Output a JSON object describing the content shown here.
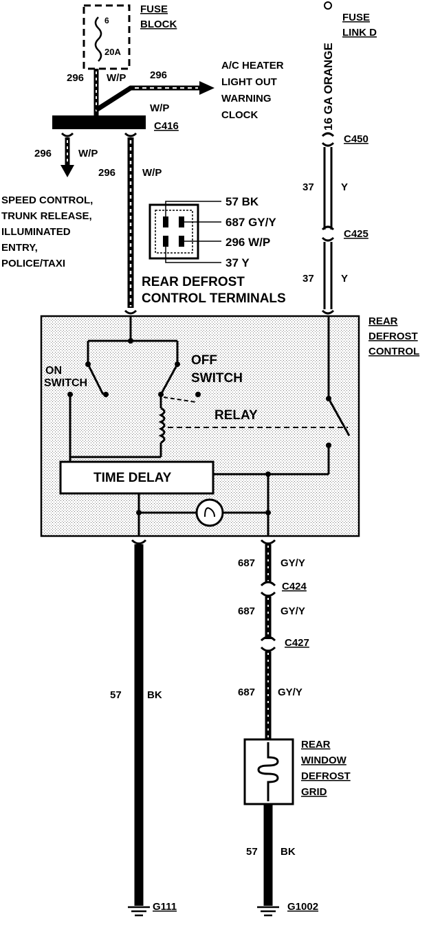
{
  "fuse_block": {
    "label_line1": "FUSE",
    "label_line2": "BLOCK",
    "fuse_number": "6",
    "fuse_rating": "20A"
  },
  "fuse_link": {
    "label_line1": "FUSE",
    "label_line2": "LINK D",
    "gauge": "16 GA ORANGE"
  },
  "accessories": {
    "line1": "A/C HEATER",
    "line2": "LIGHT OUT",
    "line3": "WARNING",
    "line4": "CLOCK"
  },
  "speed_control": {
    "line1": "SPEED CONTROL,",
    "line2": "TRUNK RELEASE,",
    "line3": "ILLUMINATED",
    "line4": "ENTRY,",
    "line5": "POLICE/TAXI"
  },
  "connectors": {
    "c416": "C416",
    "c450": "C450",
    "c425": "C425",
    "c424": "C424",
    "c427": "C427"
  },
  "grounds": {
    "g111": "G111",
    "g1002": "G1002"
  },
  "wires": {
    "w296_circuit": "296",
    "w296_color": "W/P",
    "w37_circuit": "37",
    "w37_color": "Y",
    "w687_circuit": "687",
    "w687_color": "GY/Y",
    "w57_circuit": "57",
    "w57_color": "BK"
  },
  "terminals": {
    "t1": "57 BK",
    "t2": "687 GY/Y",
    "t3": "296 W/P",
    "t4": "37 Y",
    "title_line1": "REAR DEFROST",
    "title_line2": "CONTROL TERMINALS"
  },
  "control": {
    "label_line1": "REAR",
    "label_line2": "DEFROST",
    "label_line3": "CONTROL",
    "on_line1": "ON",
    "on_line2": "SWITCH",
    "off_line1": "OFF",
    "off_line2": "SWITCH",
    "relay": "RELAY",
    "time_delay": "TIME DELAY"
  },
  "grid": {
    "line1": "REAR",
    "line2": "WINDOW",
    "line3": "DEFROST",
    "line4": "GRID"
  }
}
